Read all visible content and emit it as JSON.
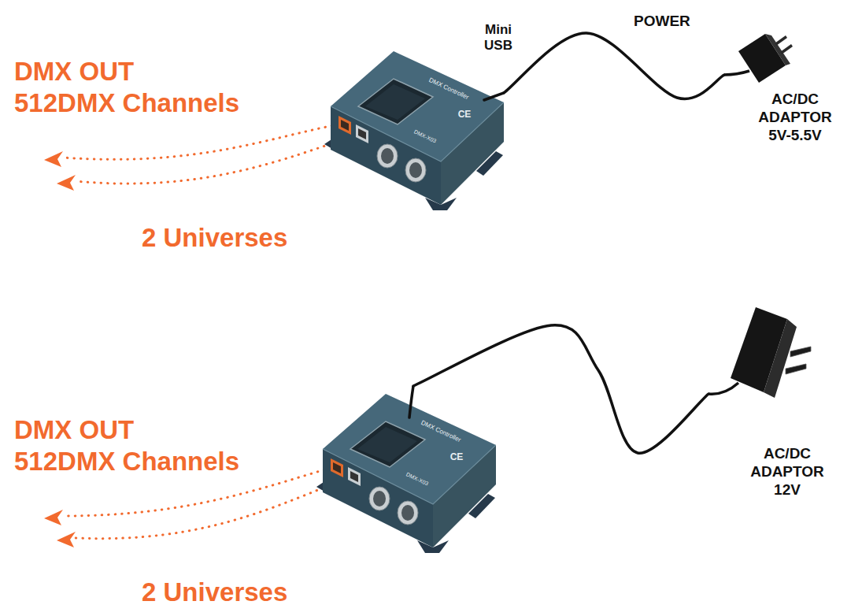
{
  "diagram": {
    "nodes": [
      {
        "text": [
          "DMX Controller",
          "DMX-X03",
          "CE"
        ]
      },
      {
        "text": [
          "AC/DC ADAPTOR 5V-5.5V"
        ]
      },
      {
        "text": [
          "DMX Controller",
          "DMX-X03",
          "CE"
        ]
      },
      {
        "text": [
          "AC/DC ADAPTOR 12V"
        ]
      }
    ],
    "edges": [
      {
        "from": 0,
        "to": 1,
        "arrow": "none"
      },
      {
        "from": 2,
        "to": 3,
        "arrow": "none"
      }
    ],
    "labels": [
      "DMX OUT",
      "512DMX Channels",
      "2 Universes",
      "Mini USB",
      "POWER",
      "DMX OUT",
      "512DMX Channels",
      "2 Universes"
    ]
  }
}
